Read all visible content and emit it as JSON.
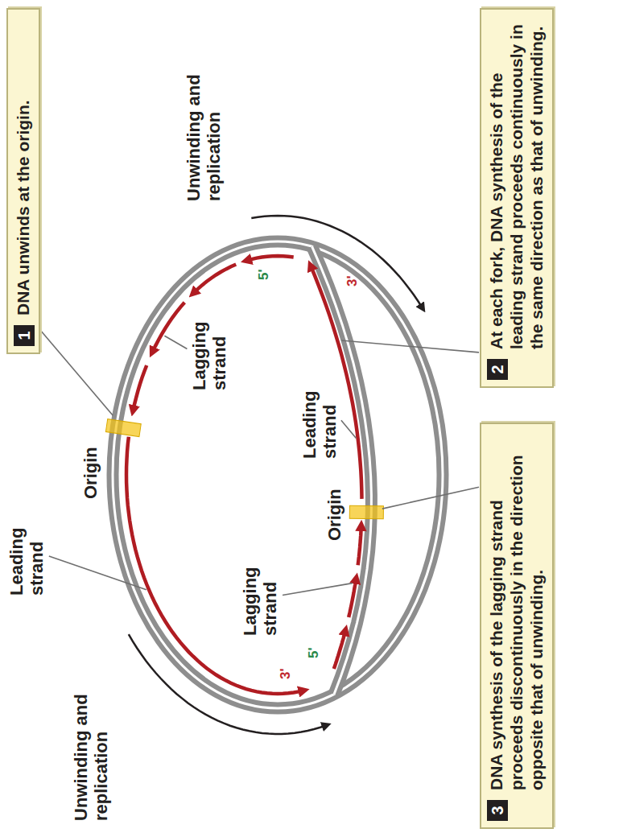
{
  "diagram": {
    "nodes": [
      {
        "text": [
          "1",
          "DNA unwinds at the origin."
        ]
      },
      {
        "text": [
          "2",
          "At each fork, DNA synthesis of the leading strand proceeds continuously in the same direction as that of unwinding."
        ]
      },
      {
        "text": [
          "3",
          "DNA synthesis of the lagging strand proceeds discontinuously in the direction opposite that of unwinding."
        ]
      }
    ],
    "labels": [
      "Leading strand",
      "Unwinding and replication",
      "Origin",
      "Lagging strand",
      "Unwinding and replication",
      "Origin",
      "Leading strand",
      "Lagging strand",
      "3'",
      "5'",
      "5'",
      "3'"
    ]
  }
}
